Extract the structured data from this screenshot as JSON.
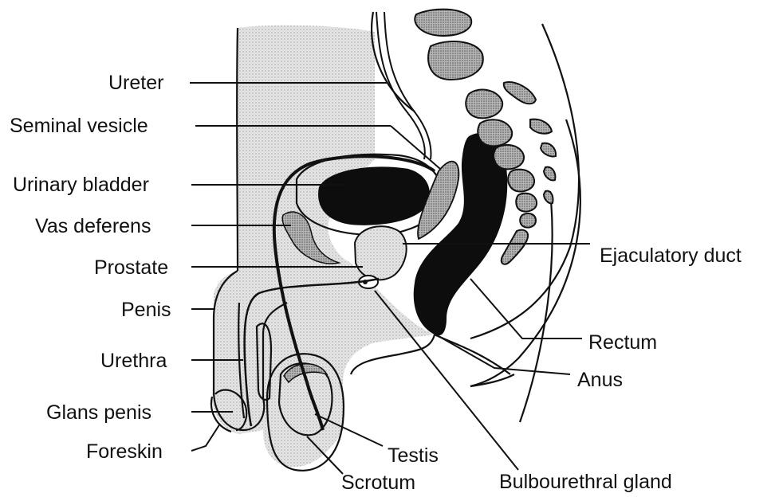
{
  "labels": {
    "ureter": "Ureter",
    "seminal_vesicle": "Seminal vesicle",
    "urinary_bladder": "Urinary bladder",
    "vas_deferens": "Vas deferens",
    "prostate": "Prostate",
    "penis": "Penis",
    "urethra": "Urethra",
    "glans_penis": "Glans penis",
    "foreskin": "Foreskin",
    "testis": "Testis",
    "scrotum": "Scrotum",
    "ejaculatory_duct": "Ejaculatory duct",
    "rectum": "Rectum",
    "anus": "Anus",
    "bulbourethral_gland": "Bulbourethral gland"
  },
  "colors": {
    "tissue_fill": "#e4e4e4",
    "dark_organ": "#0d0d0d",
    "outline": "#111111"
  }
}
